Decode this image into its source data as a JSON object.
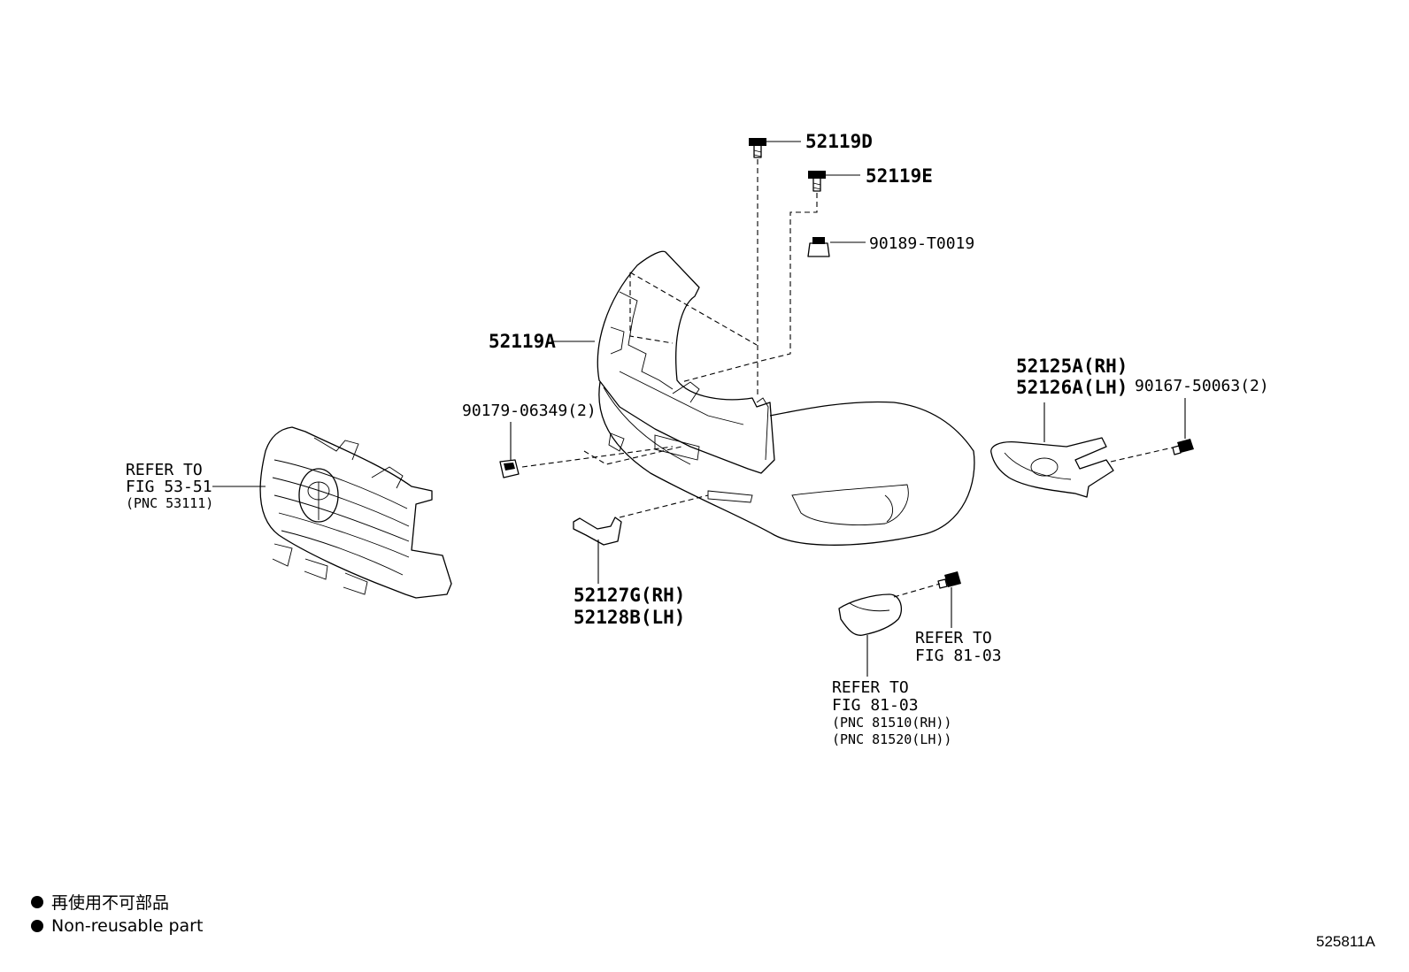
{
  "callouts": {
    "c52119D": "52119D",
    "c52119E": "52119E",
    "c90189": "90189-T0019",
    "c52119A": "52119A",
    "c52125A": "52125A(RH)",
    "c52126A": "52126A(LH)",
    "c90167": "90167-50063(2)",
    "c90179": "90179-06349(2)",
    "c52127G": "52127G(RH)",
    "c52128B": "52128B(LH)"
  },
  "refs": {
    "grille": {
      "line1": "REFER TO",
      "line2": "FIG 53-51",
      "line3": "(PNC 53111)"
    },
    "fog_bolt": {
      "line1": "REFER TO",
      "line2": "FIG 81-03"
    },
    "fog_cover": {
      "line1": "REFER TO",
      "line2": "FIG 81-03",
      "line3": "(PNC 81510(RH))",
      "line4": "(PNC 81520(LH))"
    }
  },
  "legend": {
    "line_jp": "再使用不可部品",
    "line_en": "Non-reusable part"
  },
  "figure_number": "525811A"
}
